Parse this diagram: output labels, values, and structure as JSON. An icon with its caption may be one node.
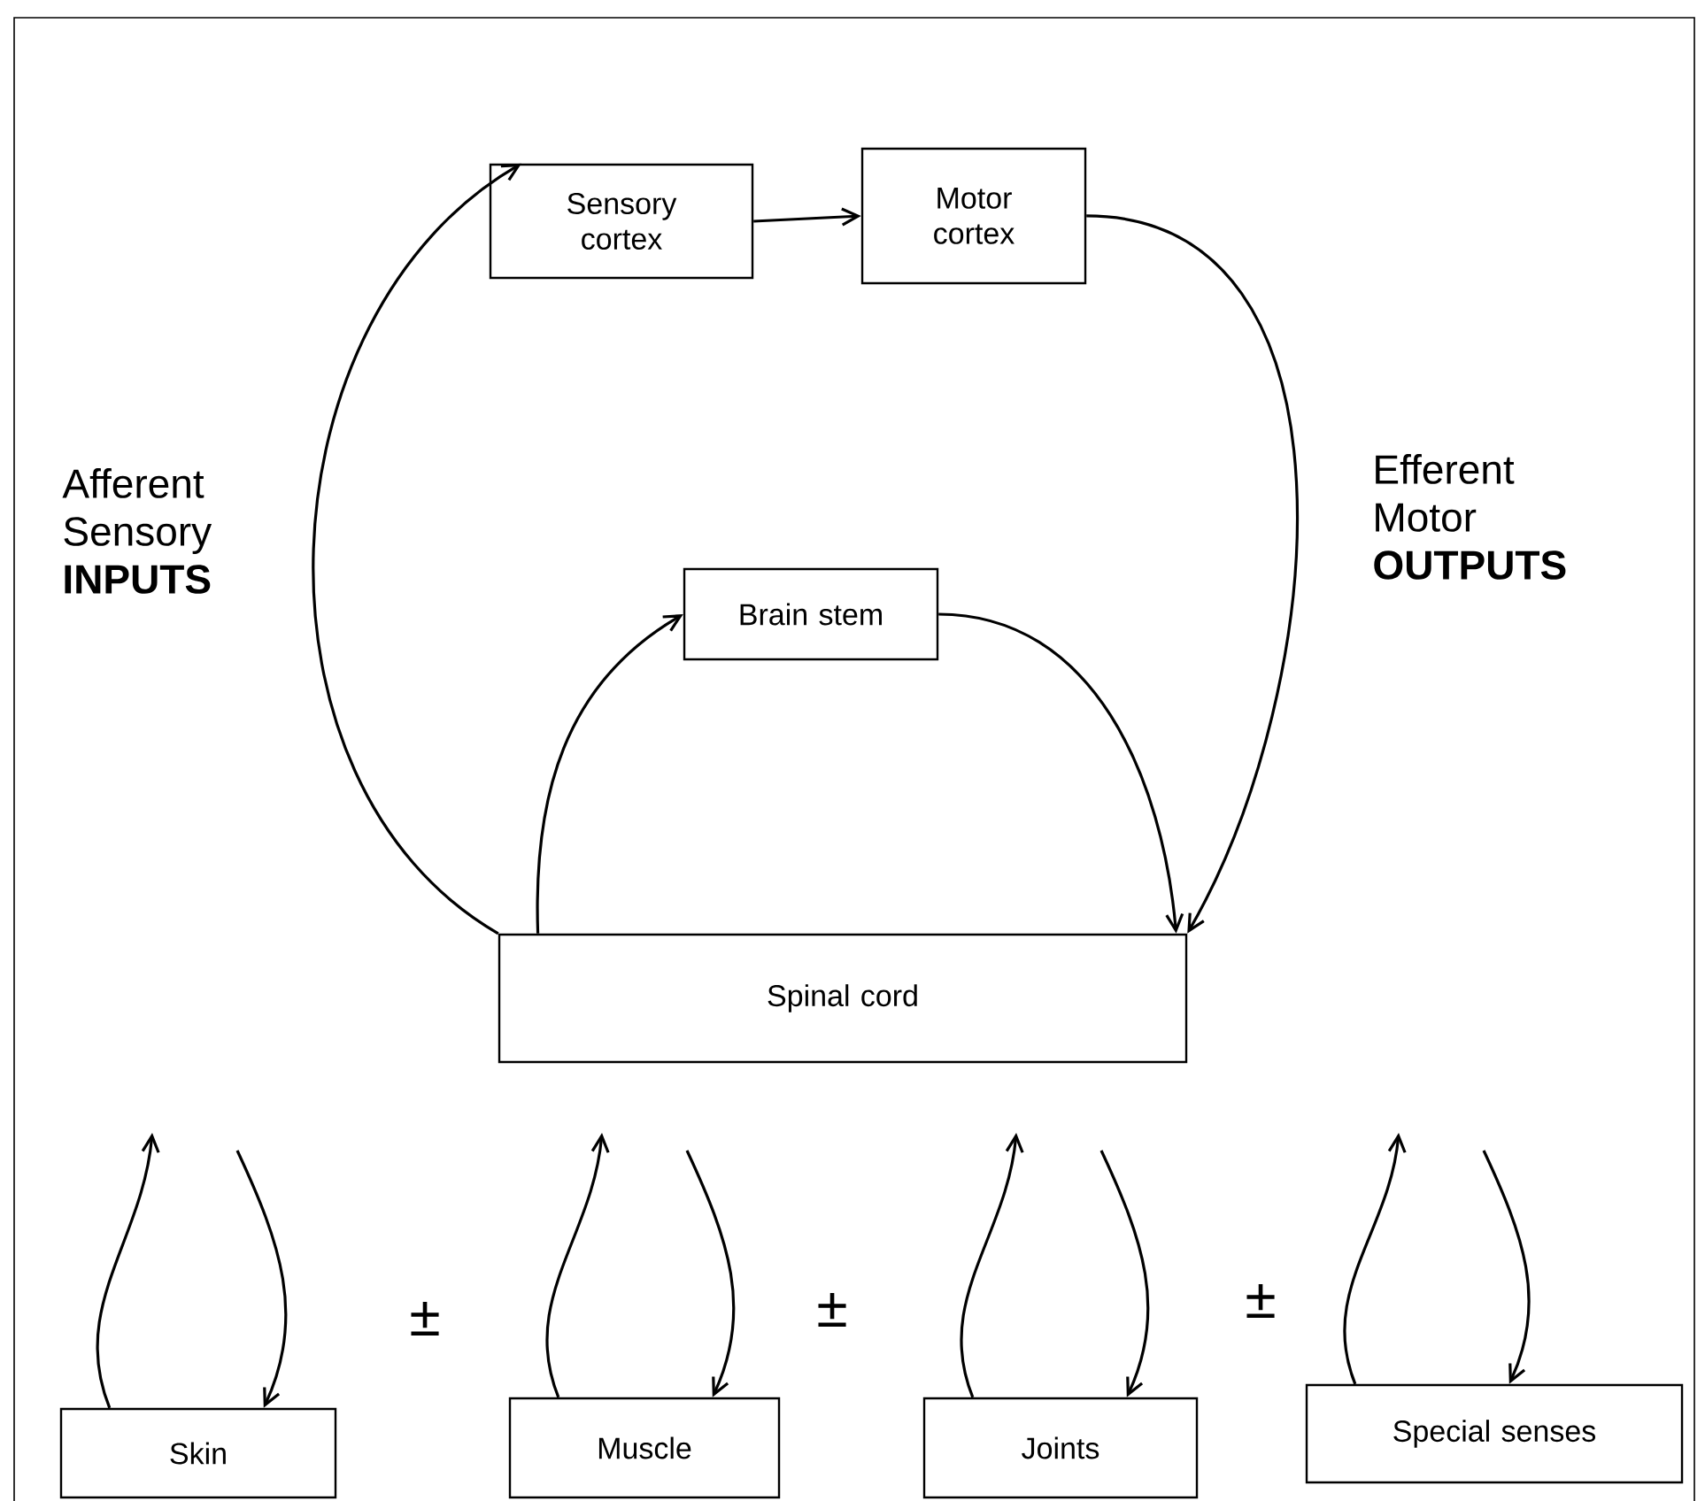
{
  "diagram": {
    "nodes": [
      {
        "text": [
          "Sensory cortex"
        ]
      },
      {
        "text": [
          "Motor cortex"
        ]
      },
      {
        "text": [
          "Brain stem"
        ]
      },
      {
        "text": [
          "Spinal cord"
        ]
      },
      {
        "text": [
          "Skin"
        ]
      },
      {
        "text": [
          "Muscle"
        ]
      },
      {
        "text": [
          "Joints"
        ]
      },
      {
        "text": [
          "Special senses"
        ]
      }
    ],
    "edges": [
      {
        "from": 0,
        "to": 1,
        "arrow": "to"
      },
      {
        "from": 3,
        "to": 0,
        "arrow": "to"
      },
      {
        "from": 1,
        "to": 3,
        "arrow": "to"
      },
      {
        "from": 3,
        "to": 2,
        "arrow": "to"
      },
      {
        "from": 2,
        "to": 3,
        "arrow": "to"
      },
      {
        "from": 4,
        "to": null,
        "arrow": "to"
      },
      {
        "from": null,
        "to": 4,
        "arrow": "to"
      },
      {
        "from": 5,
        "to": null,
        "arrow": "to"
      },
      {
        "from": null,
        "to": 5,
        "arrow": "to"
      },
      {
        "from": 6,
        "to": null,
        "arrow": "to"
      },
      {
        "from": null,
        "to": 6,
        "arrow": "to"
      },
      {
        "from": 7,
        "to": null,
        "arrow": "to"
      },
      {
        "from": null,
        "to": 7,
        "arrow": "to"
      }
    ],
    "labels": [
      "Afferent Sensory **INPUTS**",
      "Efferent Motor **OUTPUTS**",
      "±",
      "±",
      "±"
    ]
  }
}
